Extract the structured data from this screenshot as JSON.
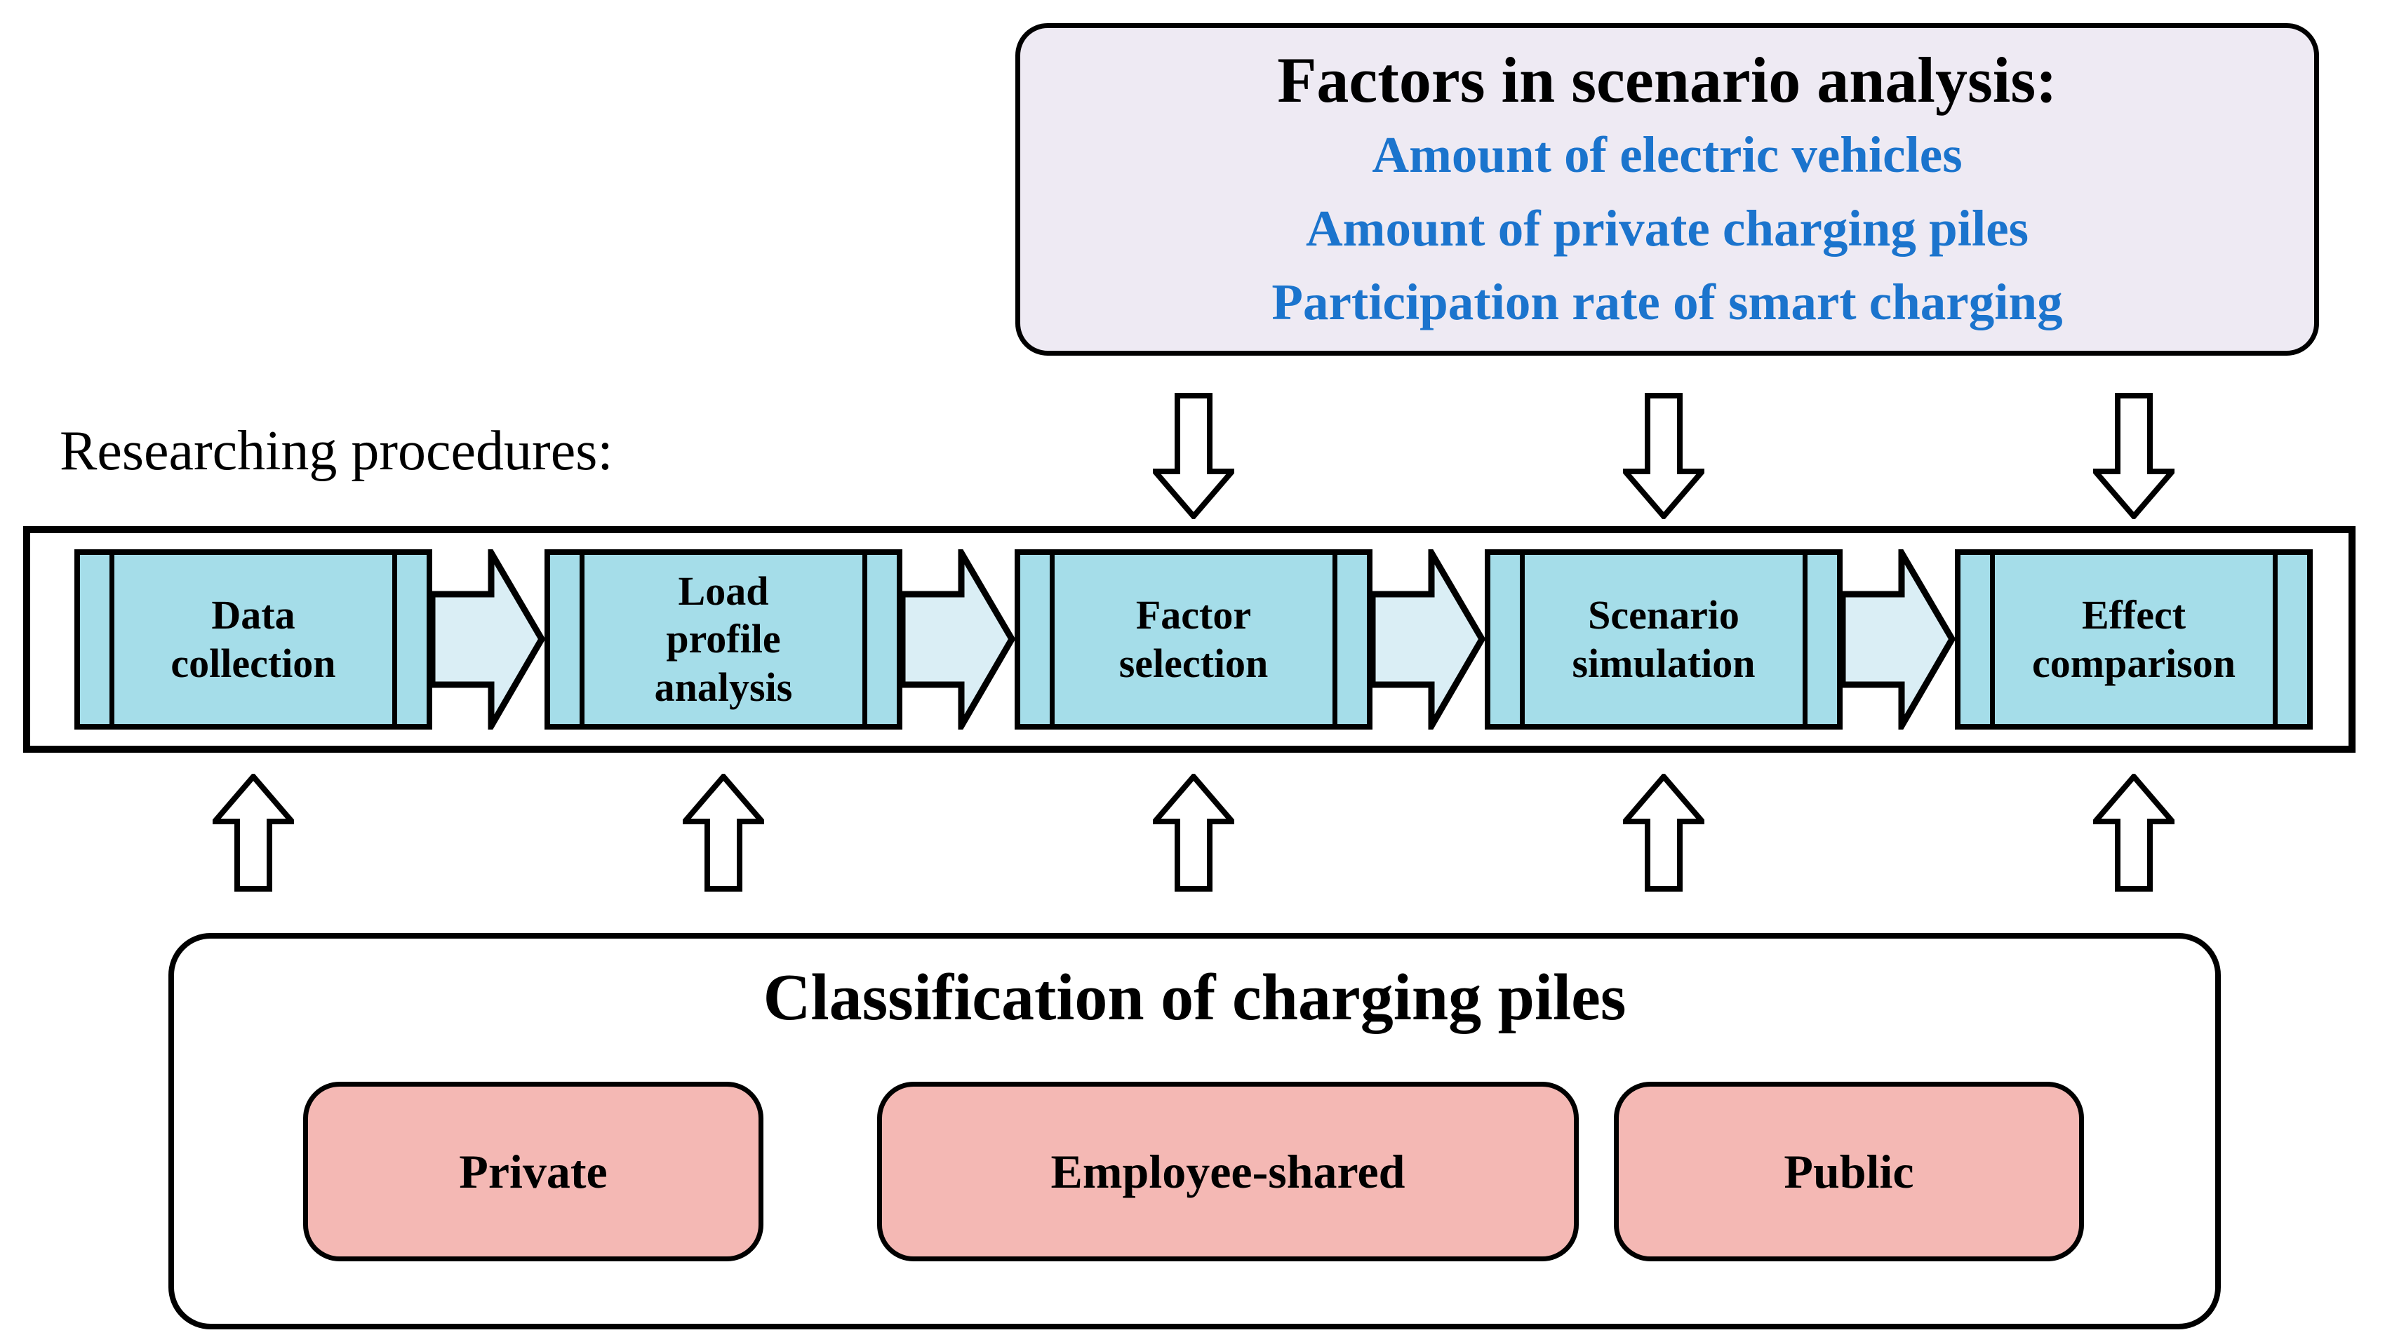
{
  "factors_box": {
    "title": "Factors in scenario analysis:",
    "items": [
      "Amount of electric vehicles",
      "Amount of private charging piles",
      "Participation rate of smart charging"
    ]
  },
  "procedures": {
    "label": "Researching procedures:",
    "steps": [
      "Data\ncollection",
      "Load\nprofile\nanalysis",
      "Factor\nselection",
      "Scenario\nsimulation",
      "Effect\ncomparison"
    ]
  },
  "classification": {
    "title": "Classification of charging piles",
    "categories": [
      "Private",
      "Employee-shared",
      "Public"
    ]
  },
  "colors": {
    "cyan": "#a5dde9",
    "arrow-blue": "#daeef5",
    "lavender": "#eeeaf3",
    "pink": "#f4b8b4",
    "blue-text": "#1b74cd",
    "ink": "#000000"
  }
}
